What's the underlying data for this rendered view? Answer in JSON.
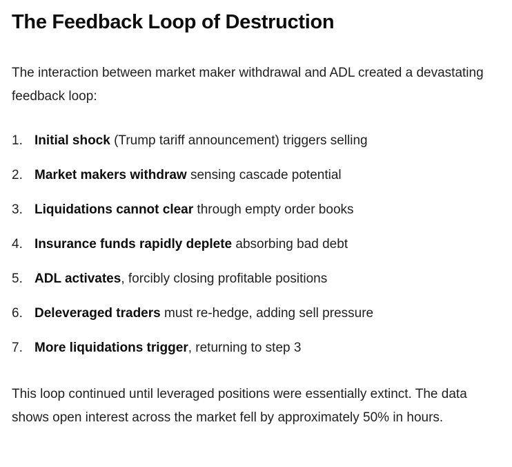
{
  "document": {
    "title": "The Feedback Loop of Destruction",
    "intro_paragraph": "The interaction between market maker withdrawal and ADL created a devastating feedback loop:",
    "closing_paragraph": "This loop continued until leveraged positions were essentially extinct. The data shows open interest across the market fell by approximately 50% in hours.",
    "list": {
      "type": "ordered-decimal",
      "items": [
        {
          "marker": "1.",
          "lead": "Initial shock",
          "rest": " (Trump tariff announcement) triggers selling"
        },
        {
          "marker": "2.",
          "lead": "Market makers withdraw",
          "rest": " sensing cascade potential"
        },
        {
          "marker": "3.",
          "lead": "Liquidations cannot clear",
          "rest": " through empty order books"
        },
        {
          "marker": "4.",
          "lead": "Insurance funds rapidly deplete",
          "rest": " absorbing bad debt"
        },
        {
          "marker": "5.",
          "lead": "ADL activates",
          "rest": ", forcibly closing profitable positions"
        },
        {
          "marker": "6.",
          "lead": "Deleveraged traders",
          "rest": " must re-hedge, adding sell pressure"
        },
        {
          "marker": "7.",
          "lead": "More liquidations trigger",
          "rest": ", returning to step 3"
        }
      ]
    }
  },
  "colors": {
    "background": "#ffffff",
    "heading_text": "#0d0d0d",
    "body_text": "#1f1f1f"
  }
}
